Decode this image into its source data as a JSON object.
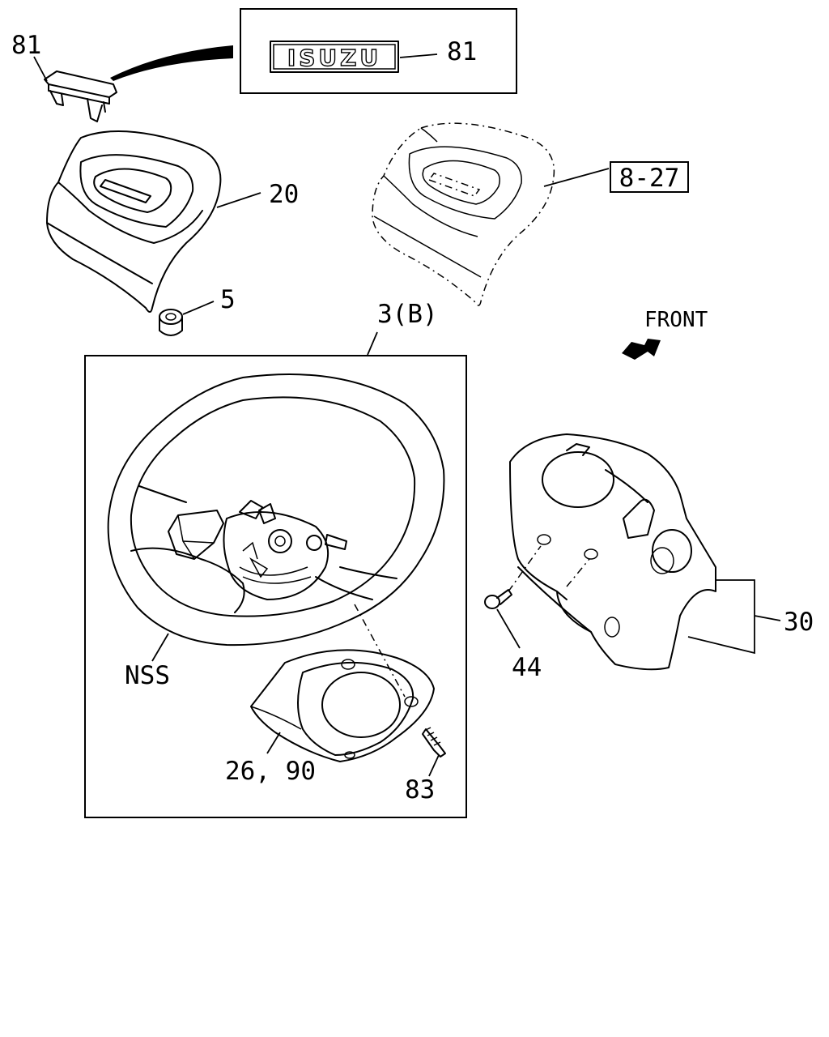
{
  "diagram": {
    "callouts": {
      "c81_part": "81",
      "c81_emblem": "81",
      "emblem_text": "ISUZU",
      "c20": "20",
      "c8_27": "8-27",
      "c5": "5",
      "c3b": "3(B)",
      "front": "FRONT",
      "nss": "NSS",
      "c26_90": "26, 90",
      "c83": "83",
      "c44": "44",
      "c30": "30"
    }
  }
}
